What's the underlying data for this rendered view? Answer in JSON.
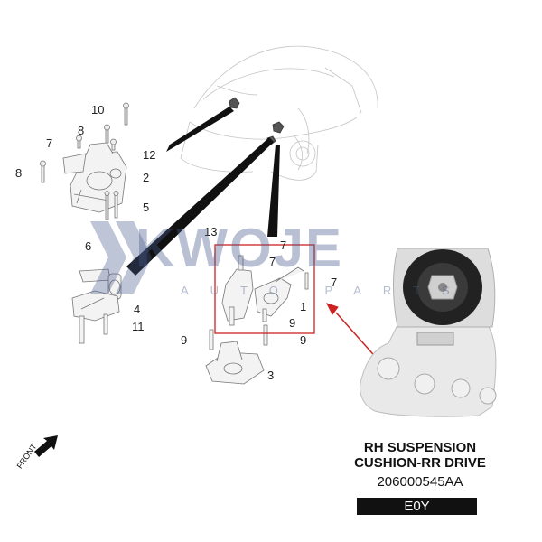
{
  "watermark": {
    "brand": "KWOJE",
    "sub": "AUTO PARTS"
  },
  "callouts": [
    "10",
    "8",
    "7",
    "12",
    "8",
    "2",
    "5",
    "6",
    "4",
    "11",
    "13",
    "7",
    "7",
    "1",
    "9",
    "9",
    "9",
    "3"
  ],
  "caption": {
    "line1": "RH SUSPENSION",
    "line2": "CUSHION-RR DRIVE",
    "part_number": "206000545AA",
    "code": "E0Y"
  },
  "front_label": "FRONT",
  "colors": {
    "highlight_box": "#cc2222",
    "arrow": "#cc2222",
    "line_art": "#777777",
    "watermark": "#465a8c"
  }
}
